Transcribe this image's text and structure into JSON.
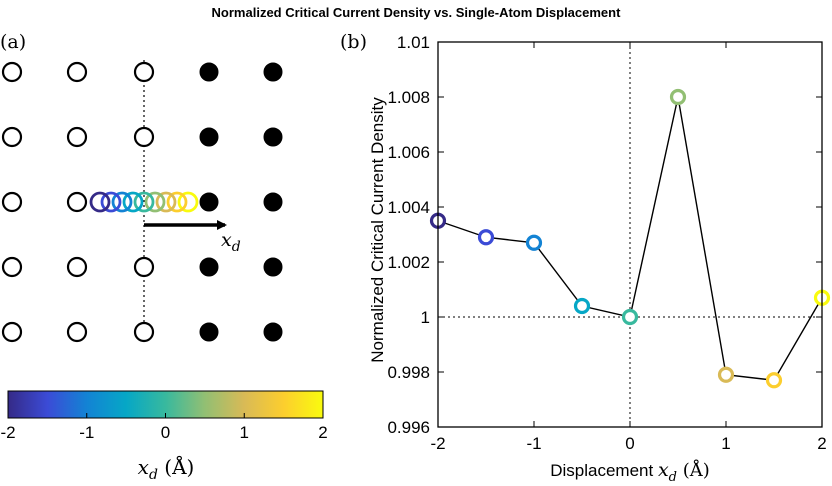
{
  "title": "Normalized Critical Current Density vs. Single-Atom Displacement",
  "panel_a": {
    "label": "(a)",
    "arrow_label": "x",
    "arrow_label_sub": "d",
    "lattice": {
      "rows": 5,
      "columns": 5,
      "column_states": [
        "open",
        "open",
        "open",
        "filled",
        "filled"
      ]
    },
    "colorbar": {
      "min": -2,
      "max": 2,
      "ticks": [
        "-2",
        "-1",
        "0",
        "1",
        "2"
      ],
      "label_var": "x",
      "label_sub": "d",
      "label_unit": " (Å)",
      "colormap": [
        "#352a87",
        "#3b4bd6",
        "#1383d4",
        "#06a7c6",
        "#38b99e",
        "#92bf73",
        "#d9ba56",
        "#fcce2e",
        "#f9fb0e"
      ]
    }
  },
  "chart_data": {
    "type": "line",
    "panel_label": "(b)",
    "xlabel": "Displacement",
    "xlabel_var": "x",
    "xlabel_sub": "d",
    "xlabel_unit": " (Å)",
    "ylabel": "Normalized Critical Current Density",
    "xlim": [
      -2,
      2
    ],
    "ylim": [
      0.996,
      1.01
    ],
    "xticks": [
      -2,
      -1,
      0,
      1,
      2
    ],
    "yticks": [
      0.996,
      0.998,
      1,
      1.002,
      1.004,
      1.006,
      1.008,
      1.01
    ],
    "ytick_labels": [
      "0.996",
      "0.998",
      "1",
      "1.002",
      "1.004",
      "1.006",
      "1.008",
      "1.01"
    ],
    "grid": false,
    "reference_lines": {
      "x": 0,
      "y": 1
    },
    "x": [
      -2,
      -1.5,
      -1,
      -0.5,
      0,
      0.5,
      1,
      1.5,
      2
    ],
    "y": [
      1.0035,
      1.0029,
      1.0027,
      1.0004,
      1.0,
      1.008,
      0.9979,
      0.9977,
      1.0007
    ],
    "marker_colors": [
      "#352a87",
      "#3b4bd6",
      "#1383d4",
      "#06a7c6",
      "#38b99e",
      "#92bf73",
      "#d9ba56",
      "#fcce2e",
      "#f9fb0e"
    ]
  }
}
